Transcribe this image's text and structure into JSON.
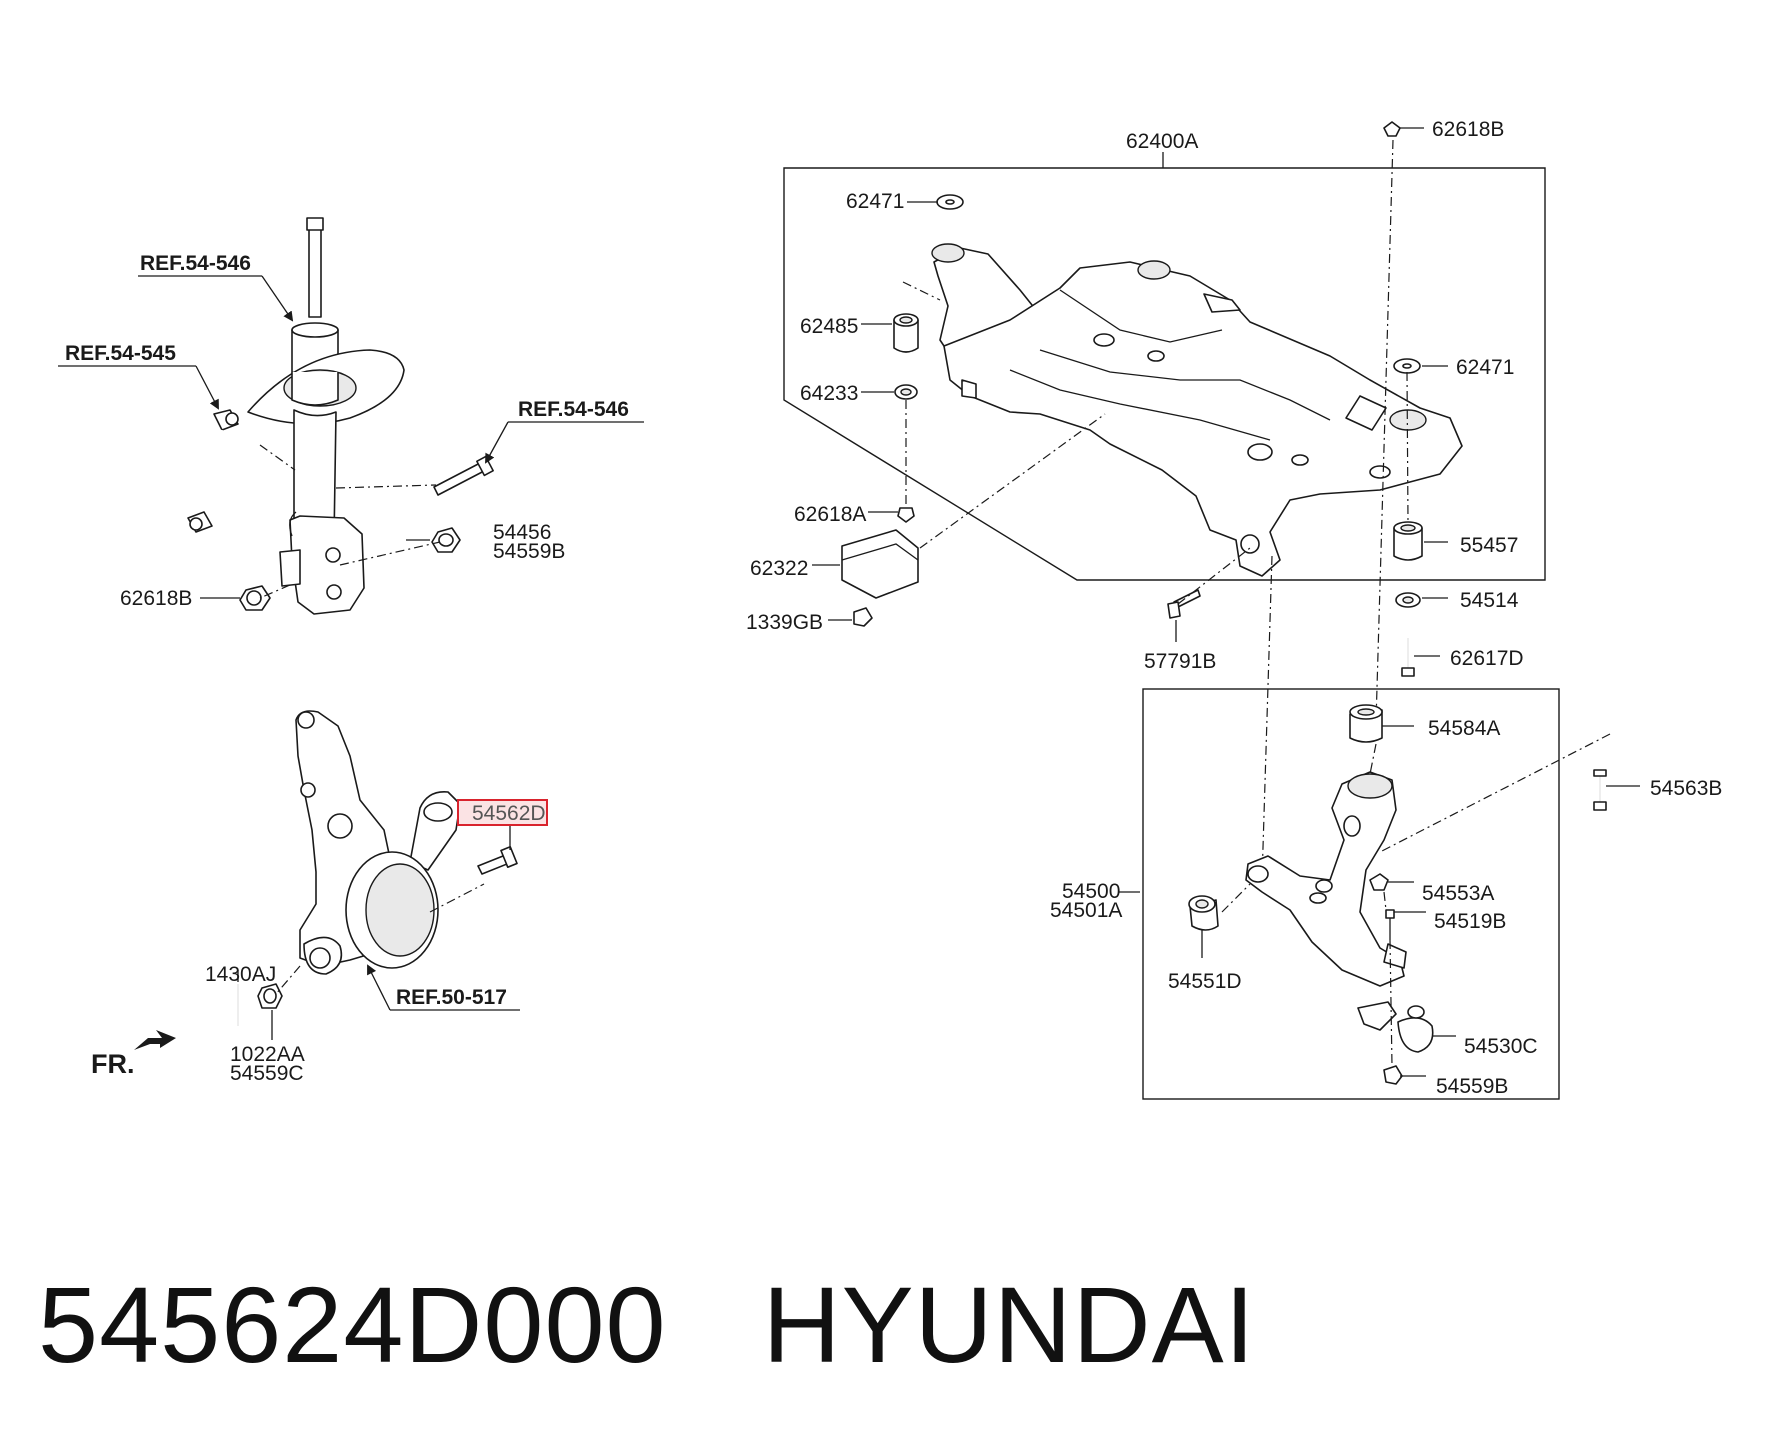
{
  "diagram": {
    "refs": {
      "strut_top": "REF.54-546",
      "stab_link": "REF.54-545",
      "strut_bolt": "REF.54-546",
      "knuckle": "REF.50-517"
    },
    "front_indicator": "FR.",
    "highlight_color": "#d9232d",
    "labels": {
      "l_62400A": "62400A",
      "l_62618B_top": "62618B",
      "l_62471_left": "62471",
      "l_62485": "62485",
      "l_64233": "64233",
      "l_62618A": "62618A",
      "l_62322": "62322",
      "l_1339GB": "1339GB",
      "l_57791B": "57791B",
      "l_62471_right": "62471",
      "l_55457": "55457",
      "l_54514": "54514",
      "l_62617D": "62617D",
      "l_54584A": "54584A",
      "l_54563B": "54563B",
      "l_54500": "54500",
      "l_54501A": "54501A",
      "l_54553A": "54553A",
      "l_54519B": "54519B",
      "l_54551D": "54551D",
      "l_54530C": "54530C",
      "l_54559B_bottom": "54559B",
      "l_54456": "54456",
      "l_54559B_strut": "54559B",
      "l_62618B_strut": "62618B",
      "l_54562D": "54562D",
      "l_1430AJ": "1430AJ",
      "l_1022AA": "1022AA",
      "l_54559C": "54559C"
    }
  },
  "footer": {
    "part_number": "545624D000",
    "brand": "HYUNDAI"
  }
}
